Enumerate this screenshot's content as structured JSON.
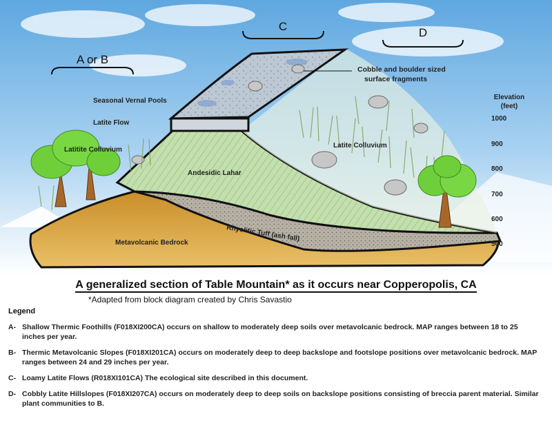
{
  "brackets": {
    "ab": "A or B",
    "c": "C",
    "d": "D"
  },
  "labels": {
    "cobble": [
      "Cobble and boulder sized",
      "surface fragments"
    ],
    "vernal_pools": "Seasonal Vernal Pools",
    "latite_flow": "Latite Flow",
    "latitite_colluvium": "Latitite Colluvium",
    "andesidic_lahar": "Andesidic Lahar",
    "latite_colluvium": "Latite Colluvium",
    "rhyolitic_tuff": "Rhyolitic Tuff (ash fall)",
    "metavolcanic_bedrock": "Metavolcanic Bedrock"
  },
  "elevation": {
    "title": [
      "Elevation",
      "(feet)"
    ],
    "ticks": [
      "1000",
      "900",
      "800",
      "700",
      "600",
      "500"
    ]
  },
  "caption": {
    "title": "A generalized section of Table Mountain* as it occurs near Copperopolis, CA",
    "credit": "*Adapted from block diagram created by Chris Savastio"
  },
  "legend": {
    "heading": "Legend",
    "items": [
      {
        "key": "A-",
        "text": "Shallow Thermic Foothills (F018XI200CA) occurs on shallow to moderately deep soils over metavolcanic bedrock.  MAP ranges between 18 to 25 inches per year."
      },
      {
        "key": "B-",
        "text": "Thermic Metavolcanic Slopes (F018XI201CA) occurs on moderately deep to deep backslope and footslope positions over metavolcanic bedrock.  MAP ranges between 24 and 29 inches per year."
      },
      {
        "key": "C-",
        "text": "Loamy Latite Flows (R018XI101CA) The ecological site described in this document."
      },
      {
        "key": "D-",
        "text": "Cobbly Latite Hillslopes (F018XI207CA) occurs on moderately deep to deep soils on backslope positions consisting of breccia parent material.  Similar plant communities to B."
      }
    ]
  },
  "colors": {
    "sky": "#7fb8e6",
    "bedrock": "#d7a43c",
    "tuff": "#b9b2a4",
    "lahar": "#b7d7a4",
    "caprock": "#b8c4cf",
    "tree_foliage": "#6fcf3a",
    "tree_trunk": "#a8672a"
  }
}
